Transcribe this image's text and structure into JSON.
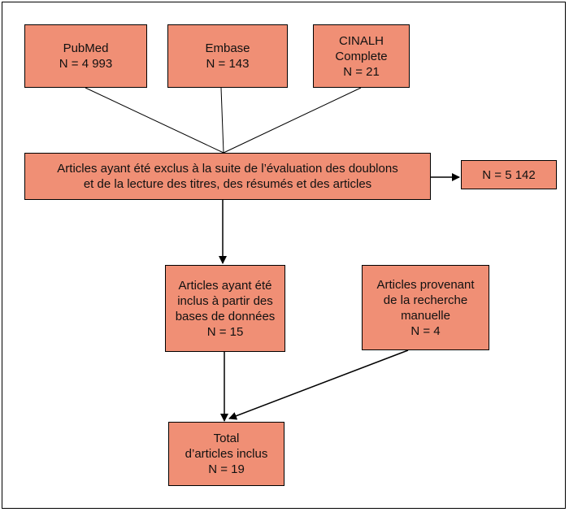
{
  "colors": {
    "box_fill": "#f08f75",
    "line": "#000000",
    "background": "#ffffff"
  },
  "nodes": {
    "pubmed": {
      "lines": [
        "PubMed",
        "N = 4 993"
      ]
    },
    "embase": {
      "lines": [
        "Embase",
        "N = 143"
      ]
    },
    "cinalh": {
      "lines": [
        "CINALH",
        "Complete",
        "N = 21"
      ]
    },
    "excluded": {
      "lines": [
        "Articles ayant été exclus à la suite de l’évaluation des doublons",
        "et de la lecture des titres, des résumés et des articles"
      ]
    },
    "excluded_count": {
      "lines": [
        "N = 5 142"
      ]
    },
    "included_db": {
      "lines": [
        "Articles ayant été",
        "inclus à partir des",
        "bases de données",
        "N = 15"
      ]
    },
    "manual": {
      "lines": [
        "Articles provenant",
        "de la recherche",
        "manuelle",
        "N = 4"
      ]
    },
    "total": {
      "lines": [
        "Total",
        "d’articles inclus",
        "N = 19"
      ]
    }
  }
}
